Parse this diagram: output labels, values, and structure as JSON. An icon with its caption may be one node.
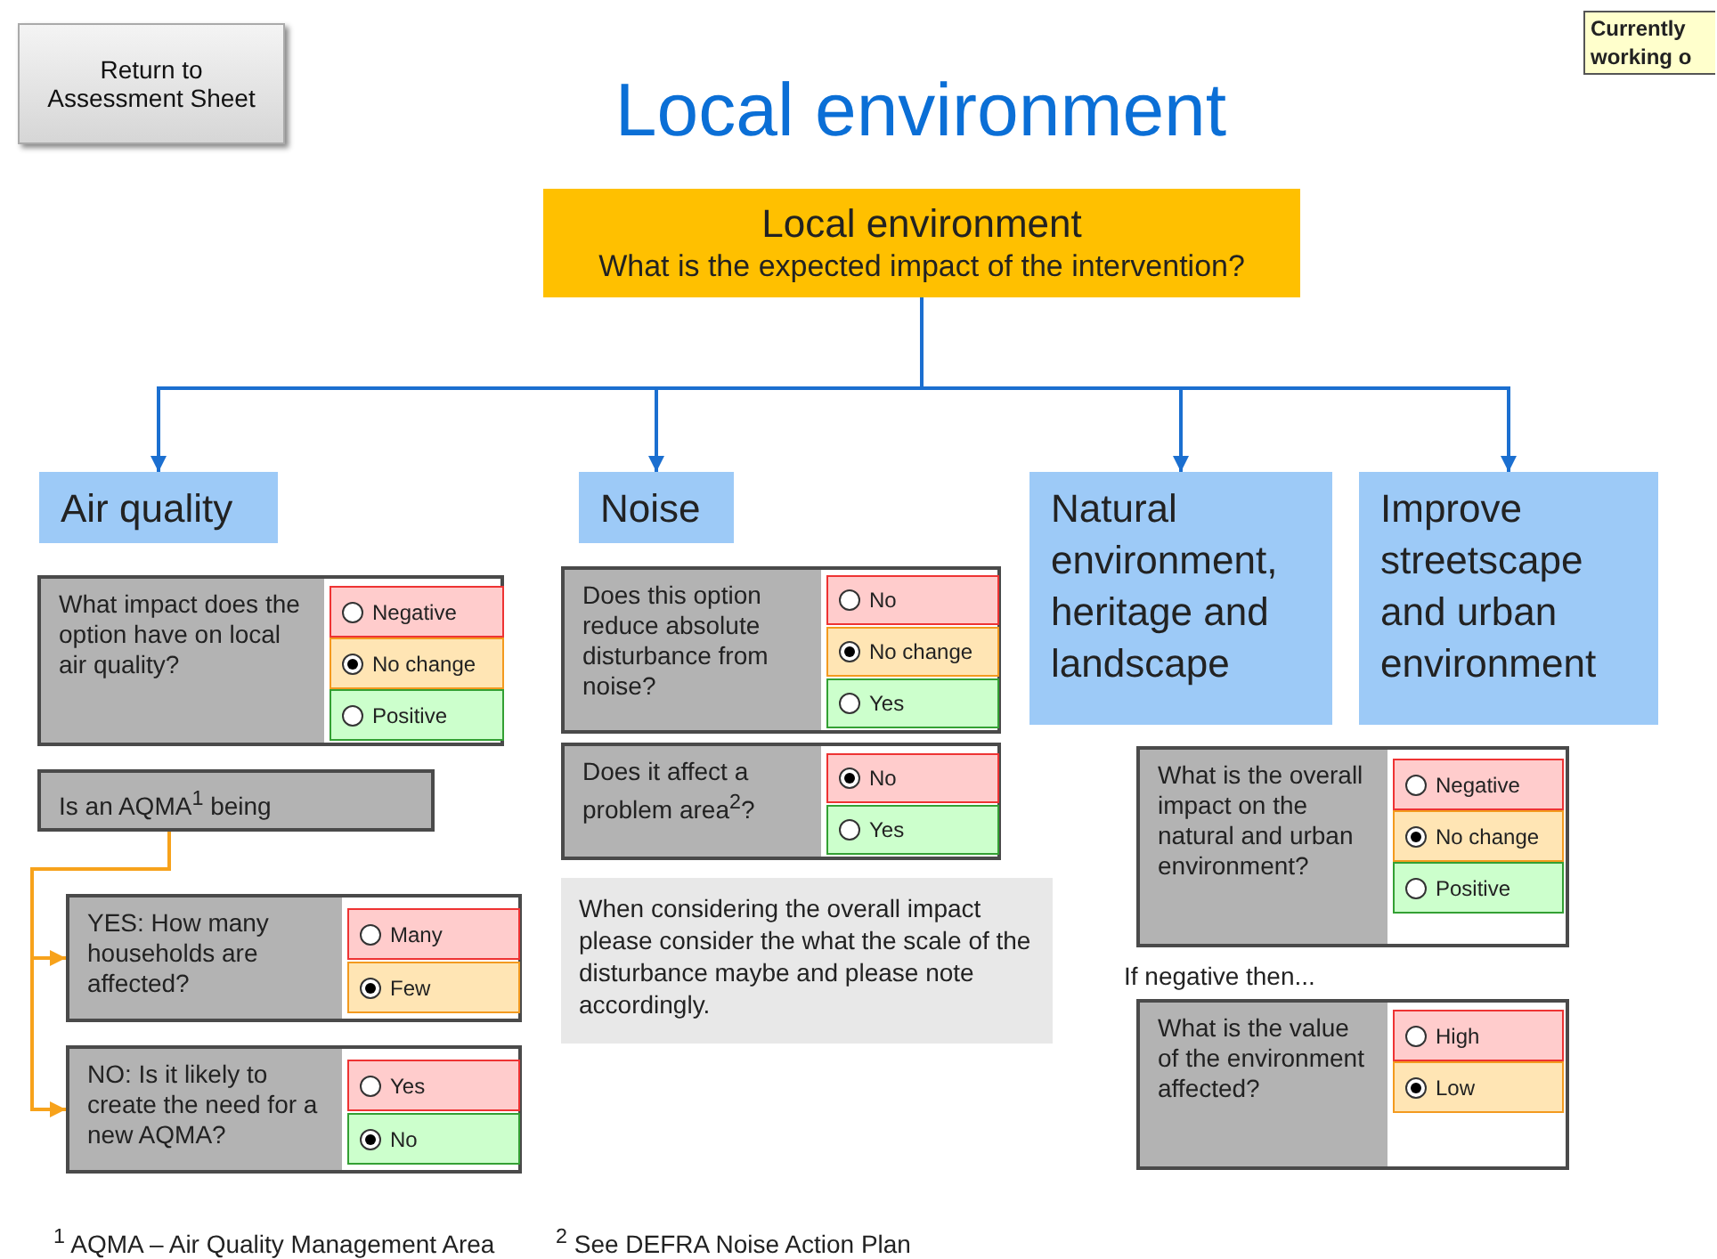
{
  "diagram": {
    "title": "Local environment",
    "nodes": [
      {
        "text": [
          "Local environment",
          "What is the expected impact of the intervention?"
        ]
      },
      {
        "text": [
          "Air quality"
        ]
      },
      {
        "text": [
          "Noise"
        ]
      },
      {
        "text": [
          "Natural environment, heritage and landscape"
        ]
      },
      {
        "text": [
          "Improve streetscape and urban environment"
        ]
      },
      {
        "text": [
          "What impact does the option have on local air quality?"
        ]
      },
      {
        "text": [
          "Negative"
        ],
        "in": 5
      },
      {
        "text": [
          "No change"
        ],
        "in": 5
      },
      {
        "text": [
          "Positive"
        ],
        "in": 5
      },
      {
        "text": [
          "Is an AQMA$^{1}$ being"
        ]
      },
      {
        "text": [
          "YES: How many households are affected?"
        ]
      },
      {
        "text": [
          "Many"
        ],
        "in": 10
      },
      {
        "text": [
          "Few"
        ],
        "in": 10
      },
      {
        "text": [
          "NO: Is it likely to create the need for a new AQMA?"
        ]
      },
      {
        "text": [
          "Yes"
        ],
        "in": 13
      },
      {
        "text": [
          "No"
        ],
        "in": 13
      },
      {
        "text": [
          "Does this option reduce absolute disturbance from noise?"
        ]
      },
      {
        "text": [
          "No"
        ],
        "in": 16
      },
      {
        "text": [
          "No change"
        ],
        "in": 16
      },
      {
        "text": [
          "Yes"
        ],
        "in": 16
      },
      {
        "text": [
          "Does it affect a problem area$^{2}$?"
        ]
      },
      {
        "text": [
          "No"
        ],
        "in": 20
      },
      {
        "text": [
          "Yes"
        ],
        "in": 20
      },
      {
        "text": [
          "When considering the overall impact please consider the what the scale of the disturbance maybe and please note accordingly."
        ]
      },
      {
        "text": [
          "What is the overall impact on the natural and urban environment?"
        ]
      },
      {
        "text": [
          "Negative"
        ],
        "in": 24
      },
      {
        "text": [
          "No change"
        ],
        "in": 24
      },
      {
        "text": [
          "Positive"
        ],
        "in": 24
      },
      {
        "text": [
          "What is the value of the environment affected?"
        ]
      },
      {
        "text": [
          "High"
        ],
        "in": 28
      },
      {
        "text": [
          "Low"
        ],
        "in": 28
      },
      {
        "text": [
          "Return to Assessment Sheet"
        ]
      },
      {
        "text": [
          "Currently working o"
        ]
      }
    ],
    "edges": [
      {
        "from": 0,
        "to": 1,
        "arrow": "to"
      },
      {
        "from": 0,
        "to": 2,
        "arrow": "to"
      },
      {
        "from": 0,
        "to": 3,
        "arrow": "to"
      },
      {
        "from": 0,
        "to": 4,
        "arrow": "to"
      },
      {
        "from": 9,
        "to": 10,
        "arrow": "to",
        "color": "#f7a21b"
      },
      {
        "from": 9,
        "to": 13,
        "arrow": "to",
        "color": "#f7a21b"
      }
    ],
    "labels": [
      "If negative then...",
      "$^{1}$ AQMA – Air Quality Management Area",
      "$^{2}$ See DEFRA Noise Action Plan"
    ]
  }
}
